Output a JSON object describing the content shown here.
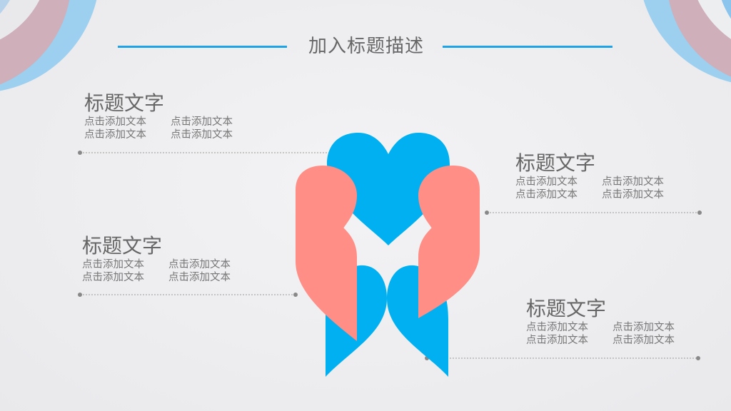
{
  "header": {
    "title": "加入标题描述"
  },
  "colors": {
    "accent_blue": "#00b0f0",
    "accent_coral": "#ff8f86",
    "line_blue": "#1ea4e6",
    "text": "#666666"
  },
  "blocks": [
    {
      "title": "标题文字",
      "lines": [
        [
          "点击添加文本",
          "点击添加文本"
        ],
        [
          "点击添加文本",
          "点击添加文本"
        ]
      ]
    },
    {
      "title": "标题文字",
      "lines": [
        [
          "点击添加文本",
          "点击添加文本"
        ],
        [
          "点击添加文本",
          "点击添加文本"
        ]
      ]
    },
    {
      "title": "标题文字",
      "lines": [
        [
          "点击添加文本",
          "点击添加文本"
        ],
        [
          "点击添加文本",
          "点击添加文本"
        ]
      ]
    },
    {
      "title": "标题文字",
      "lines": [
        [
          "点击添加文本",
          "点击添加文本"
        ],
        [
          "点击添加文本",
          "点击添加文本"
        ]
      ]
    }
  ]
}
